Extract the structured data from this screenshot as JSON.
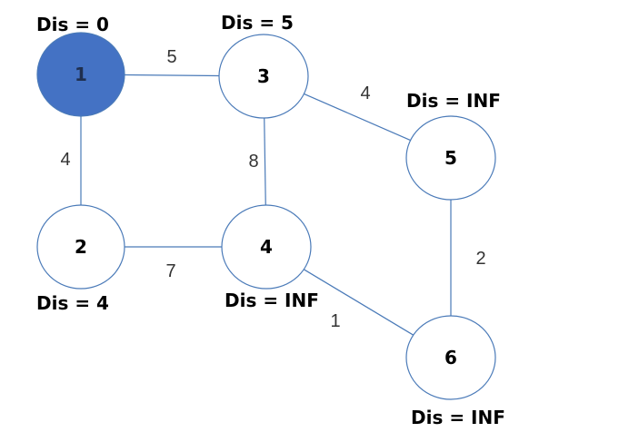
{
  "colors": {
    "visited_fill": "#4472c4",
    "unvisited_fill": "#ffffff",
    "edge": "#4a7ab8",
    "visited_text": "#1f2f4f",
    "unvisited_text": "#000000"
  },
  "nodes": [
    {
      "id": "1",
      "label": "1",
      "distance": "Dis = 0",
      "visited": true
    },
    {
      "id": "2",
      "label": "2",
      "distance": "Dis = 4",
      "visited": false
    },
    {
      "id": "3",
      "label": "3",
      "distance": "Dis = 5",
      "visited": false
    },
    {
      "id": "4",
      "label": "4",
      "distance": "Dis = INF",
      "visited": false
    },
    {
      "id": "5",
      "label": "5",
      "distance": "Dis = INF",
      "visited": false
    },
    {
      "id": "6",
      "label": "6",
      "distance": "Dis = INF",
      "visited": false
    }
  ],
  "edges": [
    {
      "from": "1",
      "to": "3",
      "weight": "5"
    },
    {
      "from": "1",
      "to": "2",
      "weight": "4"
    },
    {
      "from": "3",
      "to": "4",
      "weight": "8"
    },
    {
      "from": "3",
      "to": "5",
      "weight": "4"
    },
    {
      "from": "2",
      "to": "4",
      "weight": "7"
    },
    {
      "from": "5",
      "to": "6",
      "weight": "2"
    },
    {
      "from": "4",
      "to": "6",
      "weight": "1"
    }
  ]
}
